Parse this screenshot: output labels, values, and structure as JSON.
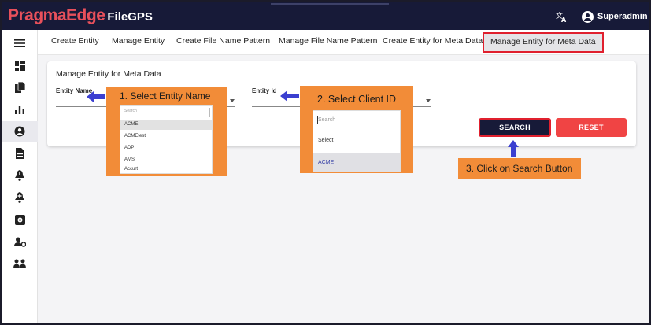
{
  "app": {
    "brand": "PragmaEdge",
    "product": "FileGPS",
    "user": "Superadmin"
  },
  "icons": {
    "menu": "menu-icon",
    "dashboard": "dashboard-icon",
    "files": "files-icon",
    "chart": "bar-chart-icon",
    "account": "account-circle-icon",
    "document": "document-icon",
    "alert": "alert-icon",
    "alert_add": "alert-add-icon",
    "settings": "settings-box-icon",
    "user_settings": "user-settings-icon",
    "group": "group-icon",
    "translate": "translate-icon"
  },
  "nav": {
    "tabs": [
      {
        "label": "Create Entity"
      },
      {
        "label": "Manage Entity"
      },
      {
        "label": "Create File Name Pattern"
      },
      {
        "label": "Manage File Name Pattern"
      },
      {
        "label": "Create Entity for Meta Data"
      },
      {
        "label": "Manage Entity for Meta Data"
      }
    ]
  },
  "form": {
    "title": "Manage Entity for Meta Data",
    "entity_name_label": "Entity Name",
    "entity_id_label": "Entity Id",
    "search_button": "SEARCH",
    "reset_button": "RESET"
  },
  "callouts": {
    "step1": "1. Select Entity Name",
    "step2": "2. Select Client ID",
    "step3": "3. Click on Search Button"
  },
  "entity_name_dropdown": {
    "placeholder": "Search",
    "options": [
      "ACME",
      "ACMEtest",
      "ADP",
      "AMS",
      "Accurt"
    ]
  },
  "entity_id_dropdown": {
    "placeholder": "Search",
    "options": [
      "Select",
      "ACME"
    ]
  },
  "colors": {
    "topbar": "#171a38",
    "brand": "#e8505b",
    "callout": "#f28c38",
    "reset": "#f04444",
    "highlight": "#e0202e",
    "arrow": "#3b3fd0"
  }
}
